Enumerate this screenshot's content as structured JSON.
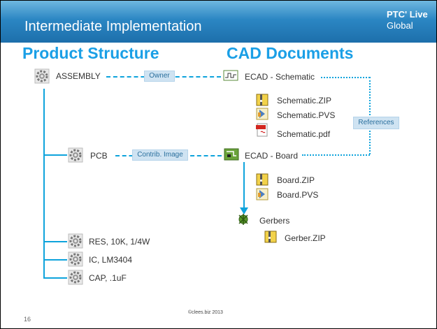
{
  "header": {
    "title": "Intermediate Implementation",
    "brand_line1": "PTC' Live",
    "brand_line2": "Global"
  },
  "sections": {
    "left": "Product Structure",
    "right": "CAD Documents"
  },
  "tree": {
    "root": "ASSEMBLY",
    "pcb": "PCB",
    "parts": [
      "RES, 10K, 1/4W",
      "IC, LM3404",
      "CAP, .1uF"
    ]
  },
  "links": {
    "owner": "Owner",
    "contrib": "Contrib. Image",
    "references": "References"
  },
  "cad": {
    "schematic": "ECAD - Schematic",
    "schematic_files": [
      "Schematic.ZIP",
      "Schematic.PVS",
      "Schematic.pdf"
    ],
    "board": "ECAD - Board",
    "board_files": [
      "Board.ZIP",
      "Board.PVS"
    ],
    "gerbers": "Gerbers",
    "gerber_files": [
      "Gerber.ZIP"
    ]
  },
  "footer": {
    "copyright": "©clees.biz 2013",
    "page": "16"
  },
  "colors": {
    "accent": "#1a9fe6",
    "header": "#2b86c3",
    "connector": "#0ea3dc"
  }
}
